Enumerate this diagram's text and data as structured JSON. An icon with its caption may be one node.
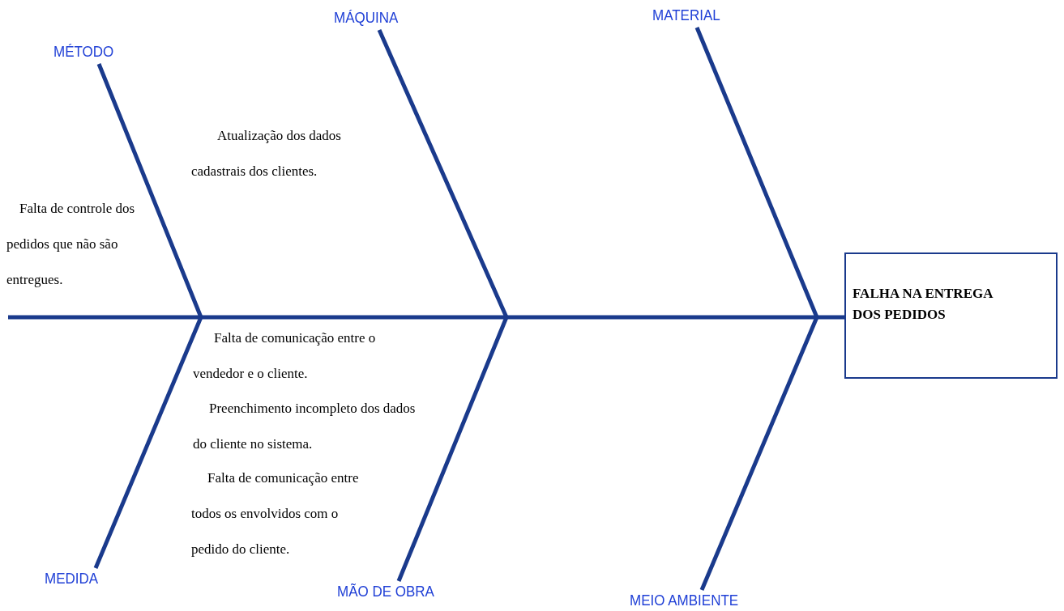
{
  "diagram": {
    "nodes": [
      {
        "text": [
          "MÉTODO"
        ]
      },
      {
        "text": [
          "MÁQUINA"
        ]
      },
      {
        "text": [
          "MATERIAL"
        ]
      },
      {
        "text": [
          "MEDIDA"
        ]
      },
      {
        "text": [
          "MÃO DE OBRA"
        ]
      },
      {
        "text": [
          "MEIO AMBIENTE"
        ]
      },
      {
        "text": [
          "FALHA NA ENTREGA DOS PEDIDOS"
        ]
      }
    ],
    "edges": [
      {
        "from": null,
        "to": 6,
        "arrow": "none"
      },
      {
        "from": 0,
        "to": null,
        "arrow": "none"
      },
      {
        "from": 1,
        "to": null,
        "arrow": "none"
      },
      {
        "from": 2,
        "to": null,
        "arrow": "none"
      },
      {
        "from": 3,
        "to": null,
        "arrow": "none"
      },
      {
        "from": 4,
        "to": null,
        "arrow": "none"
      },
      {
        "from": 5,
        "to": null,
        "arrow": "none"
      }
    ],
    "labels": [
      "Atualização dos dados cadastrais dos clientes.",
      "Falta de controle dos pedidos que não são entregues.",
      "Falta de comunicação entre o vendedor e o cliente.",
      "Preenchimento incompleto dos dados do cliente no sistema.",
      "Falta de comunicação entre todos os envolvidos com o pedido do cliente."
    ]
  }
}
